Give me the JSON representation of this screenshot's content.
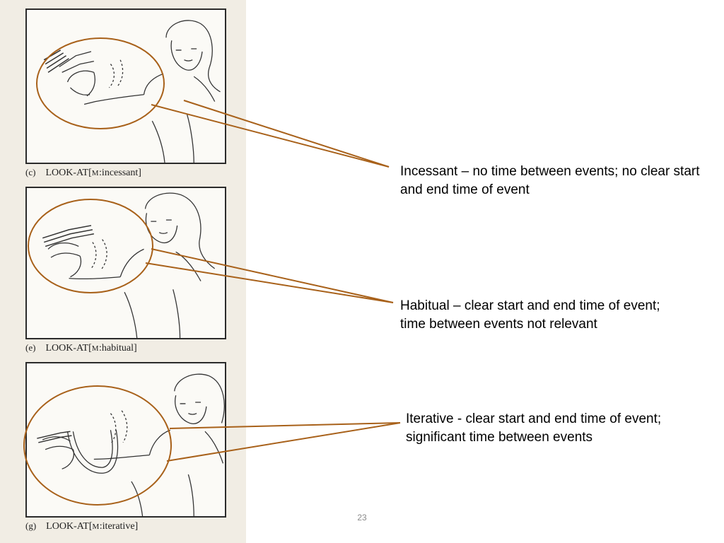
{
  "slide": {
    "page_number": "23",
    "accent_color": "#a8611a",
    "figures": [
      {
        "letter": "(c)",
        "sign": "LOOK-AT",
        "modulation_open": "[",
        "modulation_prefix": "M",
        "modulation_rest": ":incessant]",
        "description": "Incessant – no time between events; no clear start and end time of event",
        "illustration_icon": "signer-look-at-incessant-icon"
      },
      {
        "letter": "(e)",
        "sign": "LOOK-AT",
        "modulation_open": "[",
        "modulation_prefix": "M",
        "modulation_rest": ":habitual]",
        "description": "Habitual – clear start and end time of event; time between events not relevant",
        "illustration_icon": "signer-look-at-habitual-icon"
      },
      {
        "letter": "(g)",
        "sign": "LOOK-AT",
        "modulation_open": "[",
        "modulation_prefix": "M",
        "modulation_rest": ":iterative]",
        "description": "Iterative - clear start and end time of event; significant time between events",
        "illustration_icon": "signer-look-at-iterative-icon"
      }
    ]
  }
}
